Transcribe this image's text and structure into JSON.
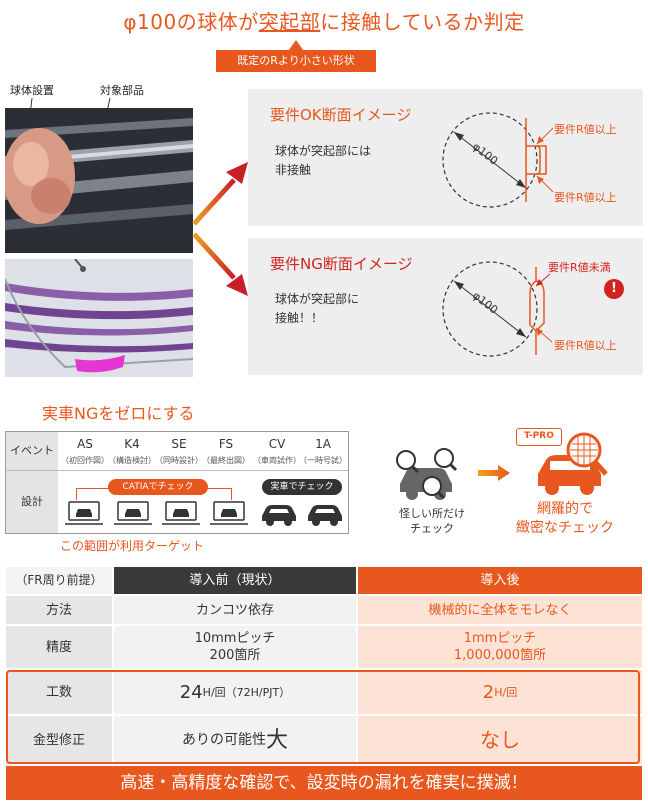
{
  "title": {
    "prefix": "φ100の球体が",
    "highlight": "突起部",
    "suffix": "に接触しているか判定",
    "badge": "既定のRより小さい形状"
  },
  "photos": {
    "label_ball": "球体設置",
    "label_part": "対象部品"
  },
  "ok_panel": {
    "title": "要件OK断面イメージ",
    "text_line1": "球体が突起部には",
    "text_line2": "非接触",
    "diameter": "φ100",
    "ann_top": "要件R値以上",
    "ann_bottom": "要件R値以上"
  },
  "ng_panel": {
    "title": "要件NG断面イメージ",
    "text_line1": "球体が突起部に",
    "text_line2": "接触！！",
    "diameter": "φ100",
    "ann_top": "要件R値未満",
    "ann_bottom": "要件R値以上",
    "warning_symbol": "!"
  },
  "timeline": {
    "title": "実車NGをゼロにする",
    "row_event": "イベント",
    "row_design": "設計",
    "events": [
      {
        "code": "AS",
        "sub": "（初回作図）"
      },
      {
        "code": "K4",
        "sub": "（構造検討）"
      },
      {
        "code": "SE",
        "sub": "（同時設計）"
      },
      {
        "code": "FS",
        "sub": "（最終出図）"
      },
      {
        "code": "CV",
        "sub": "（車両試作）"
      },
      {
        "code": "1A",
        "sub": "（一時号試）"
      }
    ],
    "catia_label": "CATIAでチェック",
    "real_label": "実車でチェック",
    "range_caption": "この範囲が利用ターゲット"
  },
  "compare": {
    "manual_line1": "怪しい所だけ",
    "manual_line2": "チェック",
    "tpro_label": "T-PRO",
    "tpro_line1": "網羅的で",
    "tpro_line2": "緻密なチェック"
  },
  "table": {
    "header_label": "（FR周り前提）",
    "header_before": "導入前（現状）",
    "header_after": "導入後",
    "rows": [
      {
        "label": "方法",
        "before": "カンコツ依存",
        "after": "機械的に全体をモレなく"
      },
      {
        "label": "精度",
        "before_line1": "10mmピッチ",
        "before_line2": "200箇所",
        "after_line1": "1mmピッチ",
        "after_line2": "1,000,000箇所"
      },
      {
        "label": "工数",
        "before_big": "24",
        "before_small": "H/回（72H/PJT）",
        "after_big": "2",
        "after_small": "H/回"
      },
      {
        "label": "金型修正",
        "before_text": "ありの可能性",
        "before_big": "大",
        "after": "なし"
      }
    ]
  },
  "footer": "高速・高精度な確認で、設変時の漏れを確実に撲滅！",
  "colors": {
    "accent": "#e8571e",
    "alert": "#d1241f",
    "dark": "#3a3a3a"
  }
}
